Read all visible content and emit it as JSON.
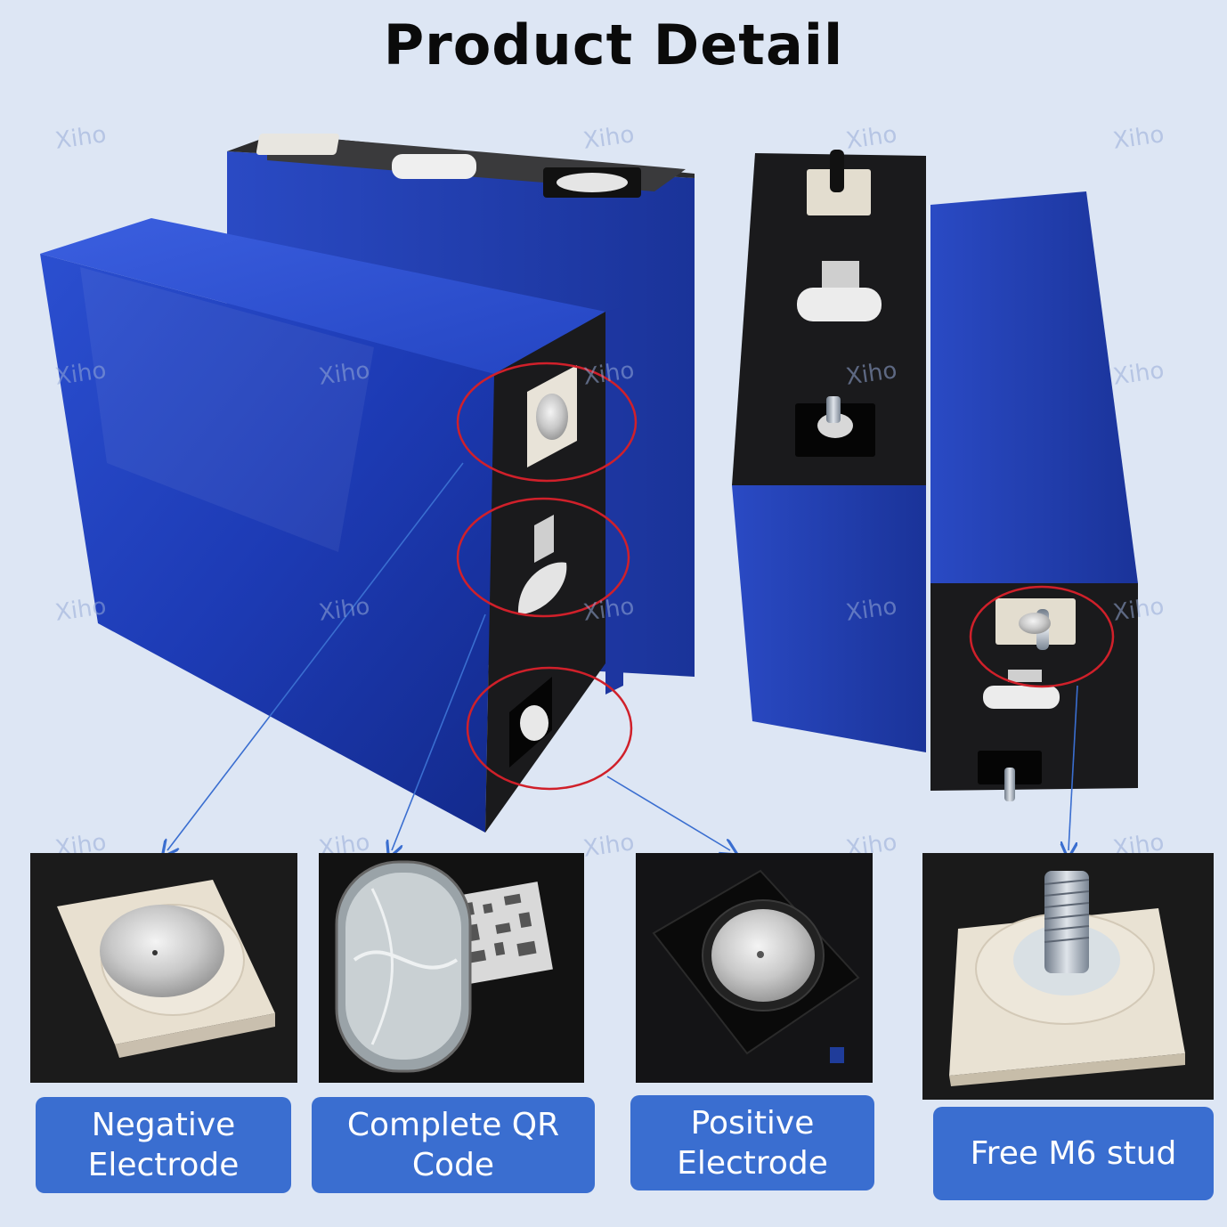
{
  "title": "Product Detail",
  "watermark_text": "Xiho",
  "labels": [
    {
      "text": "Negative Electrode"
    },
    {
      "text": "Complete QR Code"
    },
    {
      "text": "Positive Electrode"
    },
    {
      "text": "Free M6 stud"
    }
  ],
  "colors": {
    "background": "#dde6f4",
    "battery_blue": "#1e3fb8",
    "cap_black": "#1a1a1c",
    "highlight_circle": "#d0202a",
    "arrow": "#3a6ed0",
    "label_fill": "#3a6ed0",
    "label_text": "#ffffff"
  }
}
